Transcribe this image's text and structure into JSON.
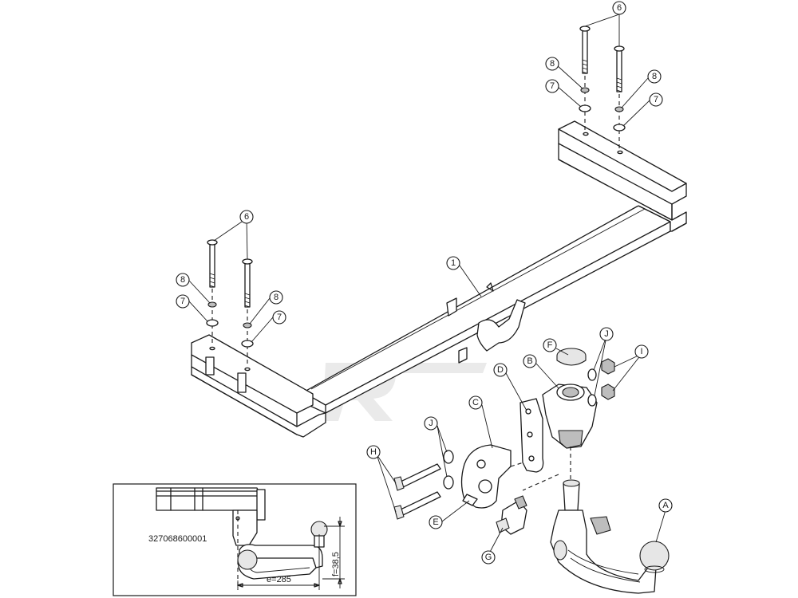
{
  "callouts": {
    "part_1": "1",
    "bolt": "6",
    "spring_washer": "8",
    "flat_washer": "7",
    "A": "A",
    "B": "B",
    "C": "C",
    "D": "D",
    "E": "E",
    "F": "F",
    "G": "G",
    "H": "H",
    "I": "I",
    "J": "J"
  },
  "inset": {
    "part_number": "327068600001",
    "dim_e": "e=285",
    "dim_f": "f=38,5"
  }
}
